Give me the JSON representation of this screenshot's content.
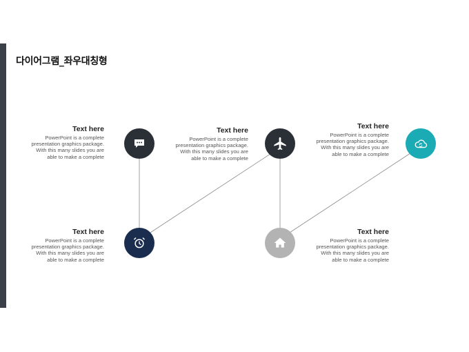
{
  "title": "다이어그램_좌우대칭형",
  "items": [
    {
      "heading": "Text here",
      "lines": [
        "PowerPoint is a complete",
        "presentation graphics package.",
        "With this many slides you are",
        "able to make a complete"
      ],
      "icon": "chat-icon",
      "color": "#2b2f36"
    },
    {
      "heading": "Text here",
      "lines": [
        "PowerPoint is a complete",
        "presentation graphics package.",
        "With this many slides you are",
        "able to make a complete"
      ],
      "icon": "airplane-icon",
      "color": "#2b2f36"
    },
    {
      "heading": "Text here",
      "lines": [
        "PowerPoint is a complete",
        "presentation graphics package.",
        "With this many slides you are",
        "able to make a complete"
      ],
      "icon": "cloud-sync-icon",
      "color": "#1aabb5"
    },
    {
      "heading": "Text here",
      "lines": [
        "PowerPoint is a complete",
        "presentation graphics package.",
        "With this many slides you are",
        "able to make a complete"
      ],
      "icon": "alarm-clock-icon",
      "color": "#1a2d4f"
    },
    {
      "heading": "Text here",
      "lines": [
        "PowerPoint is a complete",
        "presentation graphics package.",
        "With this many slides you are",
        "able to make a complete"
      ],
      "icon": "home-icon",
      "color": "#b3b3b3"
    }
  ]
}
